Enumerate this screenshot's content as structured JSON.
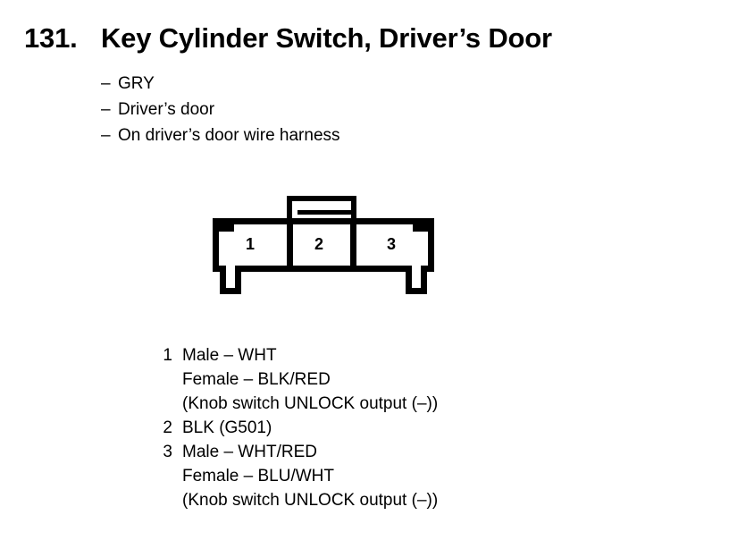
{
  "document": {
    "section_number": "131.",
    "title": "Key Cylinder Switch, Driver’s Door",
    "description_items": [
      {
        "dash": "–",
        "text": "GRY"
      },
      {
        "dash": "–",
        "text": "Driver’s door"
      },
      {
        "dash": "–",
        "text": "On driver’s door wire harness"
      }
    ]
  },
  "connector": {
    "type": "3-pin connector",
    "pins": [
      {
        "number": "1"
      },
      {
        "number": "2"
      },
      {
        "number": "3"
      }
    ]
  },
  "pin_list": [
    {
      "number": "1",
      "lines": [
        "Male – WHT",
        "Female – BLK/RED",
        "(Knob switch UNLOCK output (–))"
      ]
    },
    {
      "number": "2",
      "lines": [
        "BLK (G501)"
      ]
    },
    {
      "number": "3",
      "lines": [
        "Male – WHT/RED",
        "Female – BLU/WHT",
        "(Knob switch UNLOCK output (–))"
      ]
    }
  ],
  "colors": {
    "ink": "#000000",
    "paper": "#ffffff"
  }
}
